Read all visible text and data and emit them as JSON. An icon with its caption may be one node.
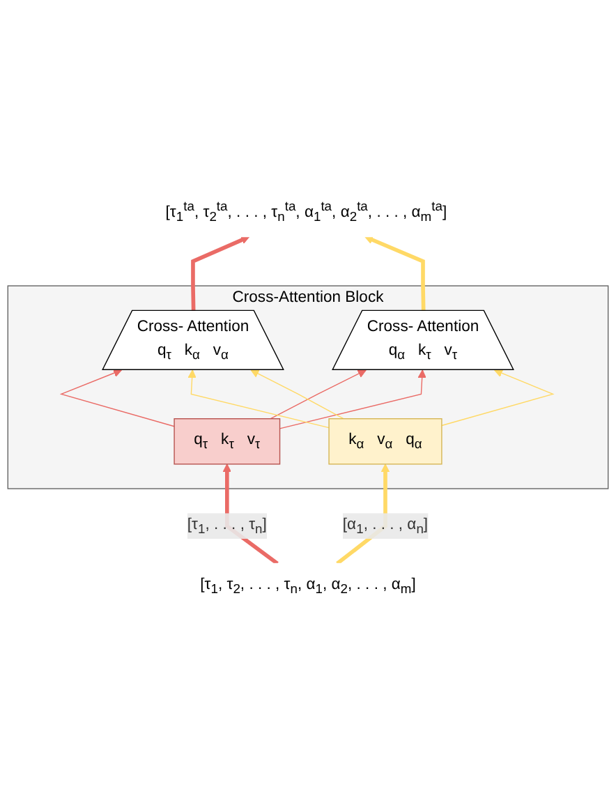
{
  "diagram": {
    "nodes": [
      {
        "text": [
          "[τ$_{1}$$^{ta}$, τ$_{2}$$^{ta}$, . . . , τ$_{n}$$^{ta}$, α$_{1}$$^{ta}$, α$_{2}$$^{ta}$, . . . , α$_{m}$$^{ta}$]"
        ]
      },
      {
        "text": [
          "Cross-Attention Block"
        ]
      },
      {
        "text": [
          "Cross- Attention",
          "q$_{τ}$",
          "k$_{α}$",
          "v$_{α}$"
        ],
        "in": 1
      },
      {
        "text": [
          "Cross- Attention",
          "q$_{α}$",
          "k$_{τ}$",
          "v$_{τ}$"
        ],
        "in": 1
      },
      {
        "text": [
          "q$_{τ}$",
          "k$_{τ}$",
          "v$_{τ}$"
        ],
        "in": 1
      },
      {
        "text": [
          "k$_{α}$",
          "v$_{α}$",
          "q$_{α}$"
        ],
        "in": 1
      },
      {
        "text": [
          "[τ$_{1}$, τ$_{2}$, . . . , τ$_{n}$, α$_{1}$, α$_{2}$, . . . , α$_{m}$]"
        ]
      }
    ],
    "edges": [
      {
        "from": 6,
        "to": 4,
        "arrow": "to",
        "label": "[τ$_{1}$, . . . , τ$_{n}$]",
        "style": "thick",
        "color": "#ea6b66"
      },
      {
        "from": 6,
        "to": 5,
        "arrow": "to",
        "label": "[α$_{1}$, . . . , α$_{n}$]",
        "style": "thick",
        "color": "#ffd966"
      },
      {
        "from": 4,
        "to": 2,
        "arrow": "to",
        "color": "#ea6b66"
      },
      {
        "from": 4,
        "to": 3,
        "arrow": "to",
        "color": "#ea6b66"
      },
      {
        "from": 4,
        "to": 3,
        "arrow": "to",
        "color": "#ea6b66"
      },
      {
        "from": 5,
        "to": 2,
        "arrow": "to",
        "color": "#ffd966"
      },
      {
        "from": 5,
        "to": 2,
        "arrow": "to",
        "color": "#ffd966"
      },
      {
        "from": 5,
        "to": 3,
        "arrow": "to",
        "color": "#ffd966"
      },
      {
        "from": 2,
        "to": 0,
        "arrow": "to",
        "style": "thick",
        "color": "#ea6b66"
      },
      {
        "from": 3,
        "to": 0,
        "arrow": "to",
        "style": "thick",
        "color": "#ffd966"
      }
    ]
  }
}
